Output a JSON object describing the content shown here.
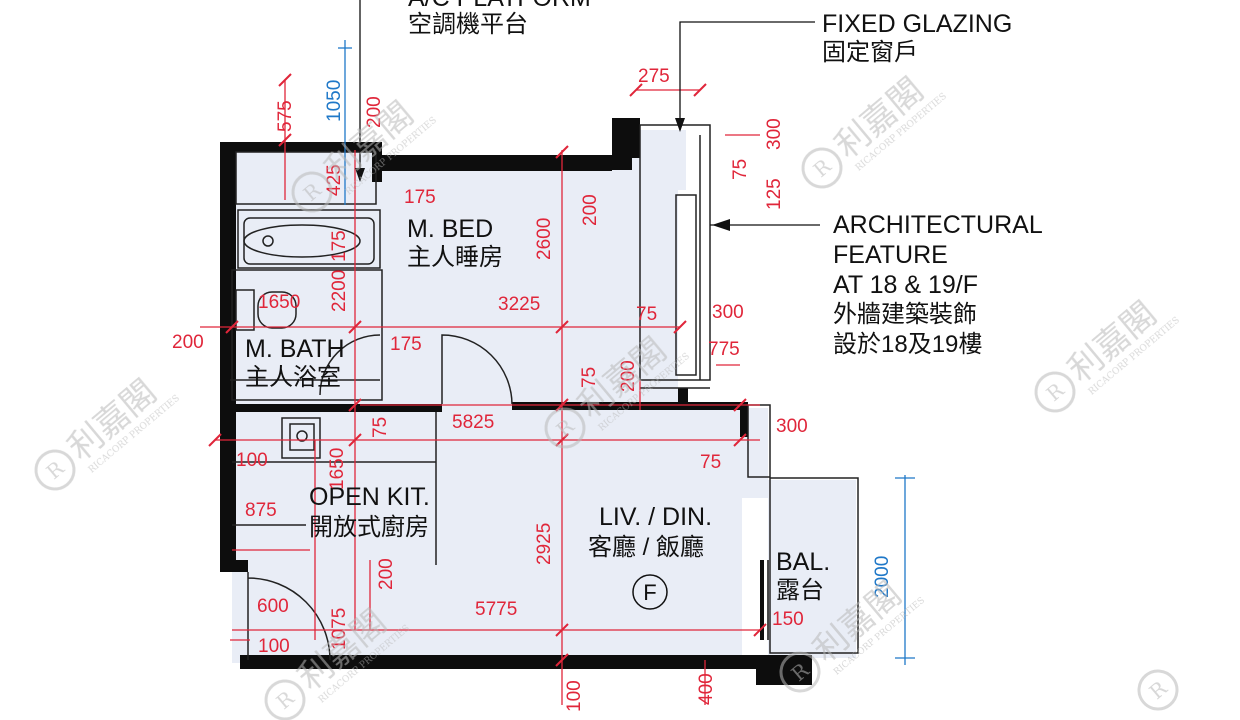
{
  "colors": {
    "room_fill": "#e9edf6",
    "wall": "#0d0d0d",
    "dimension": "#e0263a",
    "dimension_blue": "#1f78c8",
    "label": "#111111"
  },
  "annotations": {
    "ac_platform_en": "A/C PLATFORM",
    "ac_platform_zh": "空調機平台",
    "fixed_glazing_en": "FIXED GLAZING",
    "fixed_glazing_zh": "固定窗戶",
    "arch_line1": "ARCHITECTURAL",
    "arch_line2": "FEATURE",
    "arch_line3": "AT 18 & 19/F",
    "arch_zh1": "外牆建築裝飾",
    "arch_zh2": "設於18及19樓"
  },
  "rooms": {
    "mbed_en": "M. BED",
    "mbed_zh": "主人睡房",
    "mbath_en": "M. BATH",
    "mbath_zh": "主人浴室",
    "kitchen_en": "OPEN KIT.",
    "kitchen_zh": "開放式廚房",
    "living_en": "LIV. / DIN.",
    "living_zh": "客廳 / 飯廳",
    "balcony_en": "BAL.",
    "balcony_zh": "露台",
    "flat_marker": "F"
  },
  "dimensions": {
    "d275": "275",
    "d575": "575",
    "d1050": "1050",
    "d200_top": "200",
    "d425": "425",
    "d175_a": "175",
    "d175_b": "175",
    "d2200": "2200",
    "d1650_a": "1650",
    "d200_left": "200",
    "d175_c": "175",
    "d2600": "2600",
    "d200_mid": "200",
    "d3225": "3225",
    "d75_a": "75",
    "d300_a": "300",
    "d775": "775",
    "d75_top": "75",
    "d125": "125",
    "d300_top": "300",
    "d200_b": "200",
    "d75_b": "75",
    "d5825": "5825",
    "d75_c": "75",
    "d300_b": "300",
    "d75_d": "75",
    "d100_a": "100",
    "d1650_b": "1650",
    "d875": "875",
    "d2925": "2925",
    "d200_c": "200",
    "d600": "600",
    "d1075": "1075",
    "d5775": "5775",
    "d150": "150",
    "d100_b": "100",
    "d2000": "2000",
    "d400": "400",
    "d100_c": "100"
  },
  "watermarks": {
    "text": "利嘉閣",
    "small": "RICACORP PROPERTIES"
  }
}
